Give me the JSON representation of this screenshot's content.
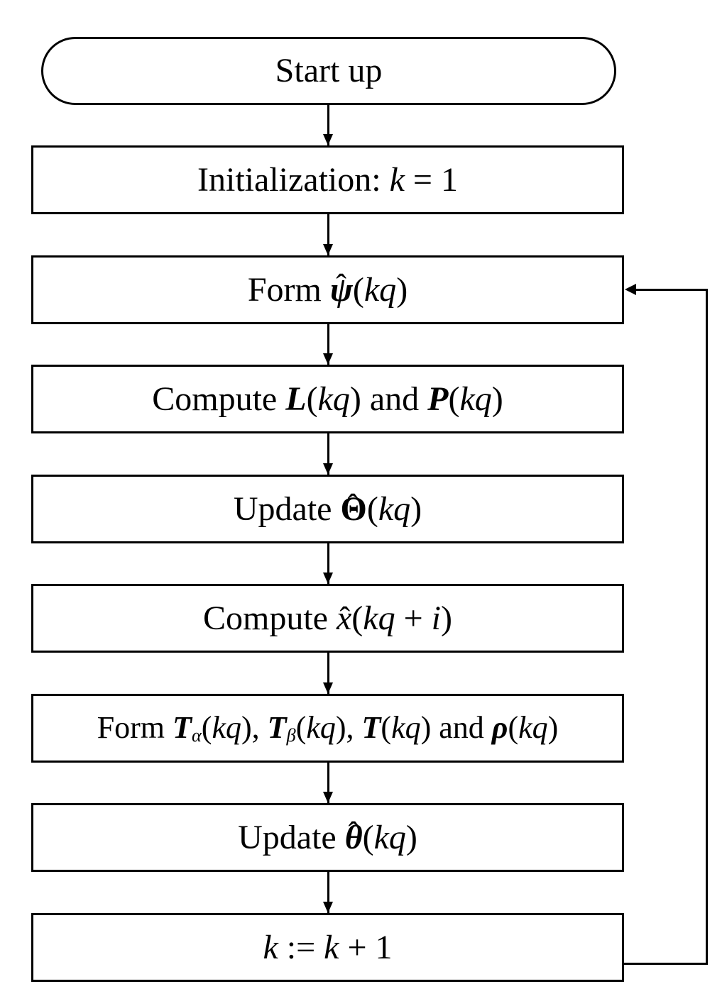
{
  "canvas": {
    "background": "#ffffff",
    "line_color": "#000000"
  },
  "math": {
    "lp": "(",
    "rp": ")",
    "kq": "kq",
    "hat": "ˆ",
    "comma": ",",
    "and": "and"
  },
  "steps": {
    "startup": {
      "label": "Start up"
    },
    "init": {
      "prefix": "Initialization:",
      "var": "k",
      "rhs": "= 1"
    },
    "form_psi": {
      "prefix": "Form",
      "sym": "ψ"
    },
    "compute_lp": {
      "prefix": "Compute",
      "sym_l": "L",
      "sym_p": "P"
    },
    "update_theta_cap": {
      "prefix": "Update",
      "sym": "Θ"
    },
    "compute_x": {
      "prefix": "Compute",
      "sym": "x",
      "plus": "+",
      "var_i": "i"
    },
    "form_t": {
      "prefix": "Form",
      "sym_t": "T",
      "sub_alpha": "α",
      "sub_beta": "β",
      "sym_rho": "ρ"
    },
    "update_theta": {
      "prefix": "Update",
      "sym": "θ"
    },
    "increment": {
      "var": "k",
      "assign": ":=",
      "rhs": "+ 1"
    }
  }
}
